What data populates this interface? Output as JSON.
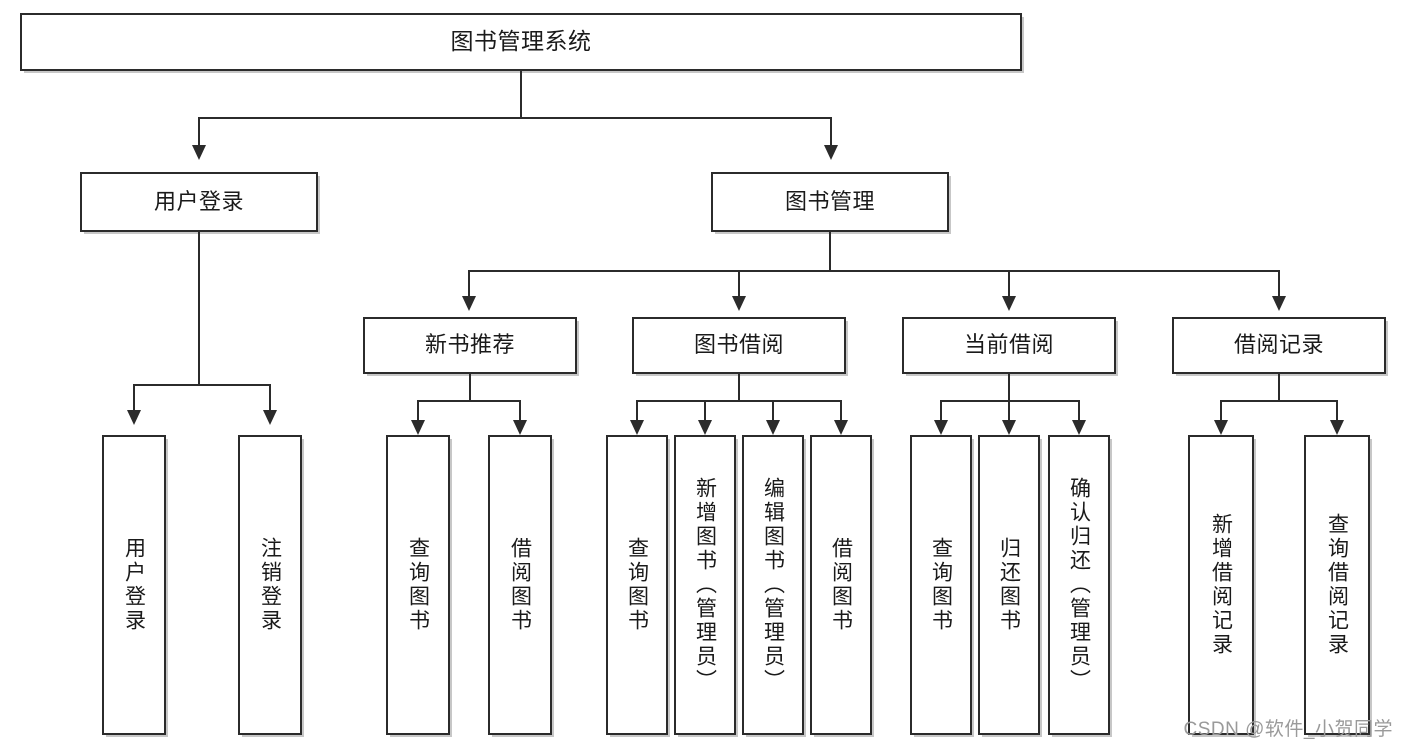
{
  "diagram": {
    "type": "tree",
    "title": "图书管理系统",
    "root": {
      "label": "图书管理系统"
    },
    "level2": [
      {
        "label": "用户登录"
      },
      {
        "label": "图书管理"
      }
    ],
    "level3": [
      {
        "label": "新书推荐"
      },
      {
        "label": "图书借阅"
      },
      {
        "label": "当前借阅"
      },
      {
        "label": "借阅记录"
      }
    ],
    "leaves": {
      "user_login": [
        {
          "label": "用户登录"
        },
        {
          "label": "注销登录"
        }
      ],
      "new_book_recommend": [
        {
          "label": "查询图书"
        },
        {
          "label": "借阅图书"
        }
      ],
      "book_borrow": [
        {
          "label": "查询图书"
        },
        {
          "label": "新增图书（管理员）"
        },
        {
          "label": "编辑图书（管理员）"
        },
        {
          "label": "借阅图书"
        }
      ],
      "current_borrow": [
        {
          "label": "查询图书"
        },
        {
          "label": "归还图书"
        },
        {
          "label": "确认归还（管理员）"
        }
      ],
      "borrow_record": [
        {
          "label": "新增借阅记录"
        },
        {
          "label": "查询借阅记录"
        }
      ]
    }
  },
  "watermark": {
    "text": "CSDN @软件_小贺同学"
  },
  "colors": {
    "stroke": "#2b2b2b",
    "background": "#ffffff",
    "text": "#1a1a1a",
    "watermark": "#9a9a9a"
  }
}
